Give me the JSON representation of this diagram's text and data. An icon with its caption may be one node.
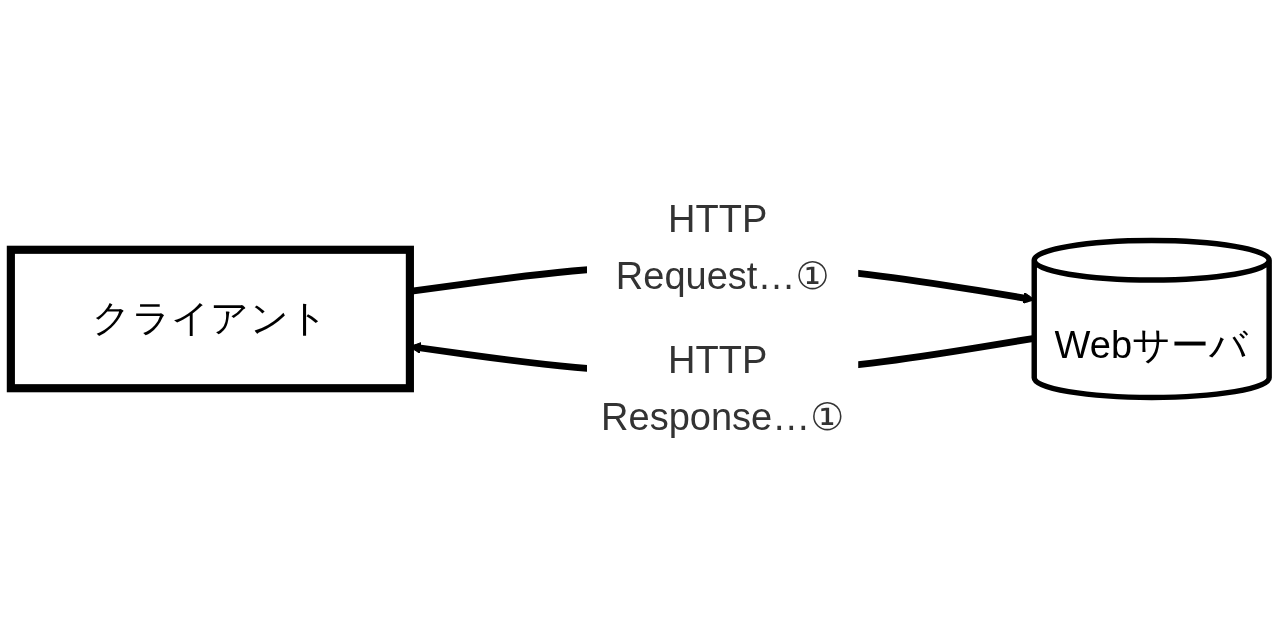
{
  "diagram": {
    "nodes": [
      {
        "text": [
          "クライアント"
        ]
      },
      {
        "text": [
          "Webサーバ"
        ]
      }
    ],
    "edges": [
      {
        "from": 0,
        "to": 1,
        "arrow": "to",
        "label": "HTTP Request…①"
      },
      {
        "from": 1,
        "to": 0,
        "arrow": "to",
        "label": "HTTP Response…①"
      }
    ]
  }
}
